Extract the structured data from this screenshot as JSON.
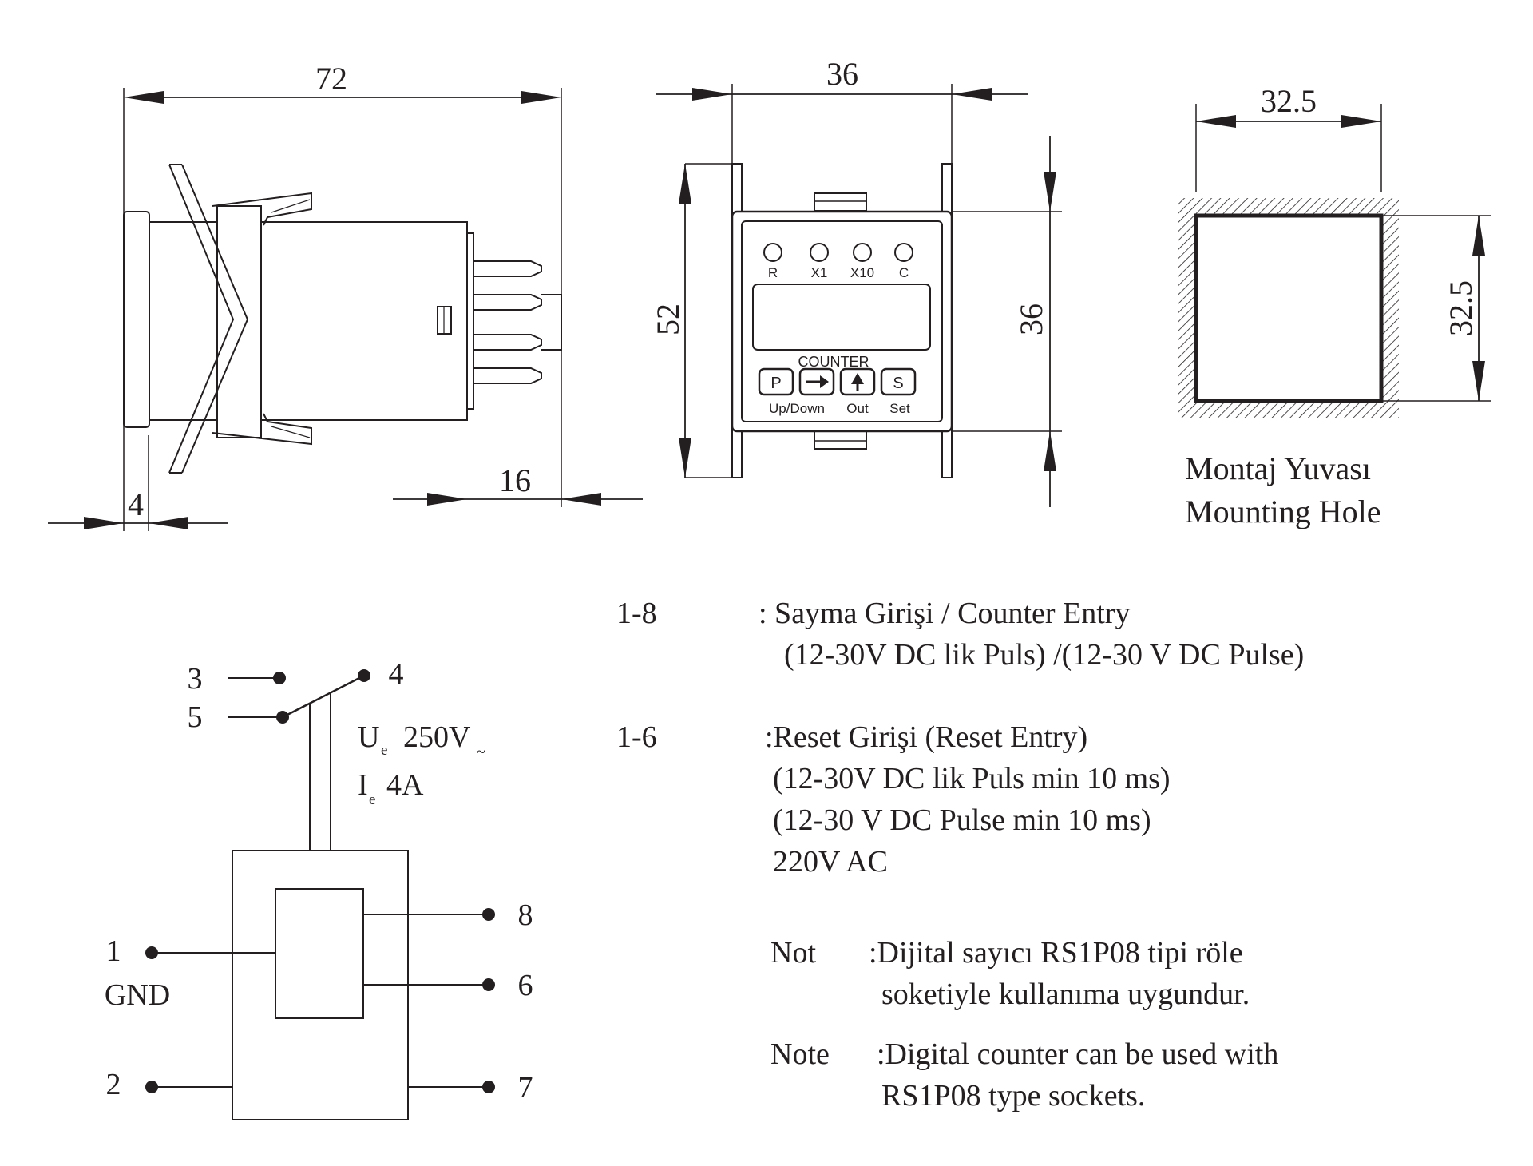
{
  "dimensions": {
    "side_length": "72",
    "side_front_thickness": "4",
    "side_pins": "16",
    "front_width": "36",
    "front_height_total": "52",
    "front_height_body": "36",
    "hole_width": "32.5",
    "hole_height": "32.5"
  },
  "front_panel": {
    "leds": [
      "R",
      "X1",
      "X10",
      "C"
    ],
    "device_label": "COUNTER",
    "buttons": [
      {
        "glyph": "P",
        "label": "Up/Down"
      },
      {
        "glyph": "arrow-right",
        "label": ""
      },
      {
        "glyph": "arrow-up",
        "label": "Out"
      },
      {
        "glyph": "S",
        "label": "Set"
      }
    ]
  },
  "mounting_hole": {
    "label_tr": "Montaj Yuvası",
    "label_en": "Mounting Hole"
  },
  "wiring": {
    "terminals": {
      "t1": "1",
      "gnd": "GND",
      "t2": "2",
      "t3": "3",
      "t4": "4",
      "t5": "5",
      "t6": "6",
      "t7": "7",
      "t8": "8"
    },
    "ue_symbol": "U",
    "ue_sub": "e",
    "ue_value": "250V",
    "ue_tilde": "~",
    "ie_symbol": "I",
    "ie_sub": "e",
    "ie_value": "4A"
  },
  "notes": {
    "entry1_pins": "1-8",
    "entry1_line1": ": Sayma Girişi / Counter Entry",
    "entry1_line2": "(12-30V DC lik Puls) /(12-30 V DC Pulse)",
    "entry2_pins": "1-6",
    "entry2_line1": ":Reset Girişi (Reset Entry)",
    "entry2_line2": "(12-30V DC lik Puls min 10 ms)",
    "entry2_line3": "(12-30 V DC Pulse min 10 ms)",
    "entry2_line4": "220V AC",
    "not_label": "Not",
    "not_line1": ":Dijital sayıcı RS1P08 tipi röle",
    "not_line2": "soketiyle kullanıma uygundur.",
    "note_label": "Note",
    "note_line1": ":Digital counter can be used with",
    "note_line2": "RS1P08 type sockets."
  }
}
